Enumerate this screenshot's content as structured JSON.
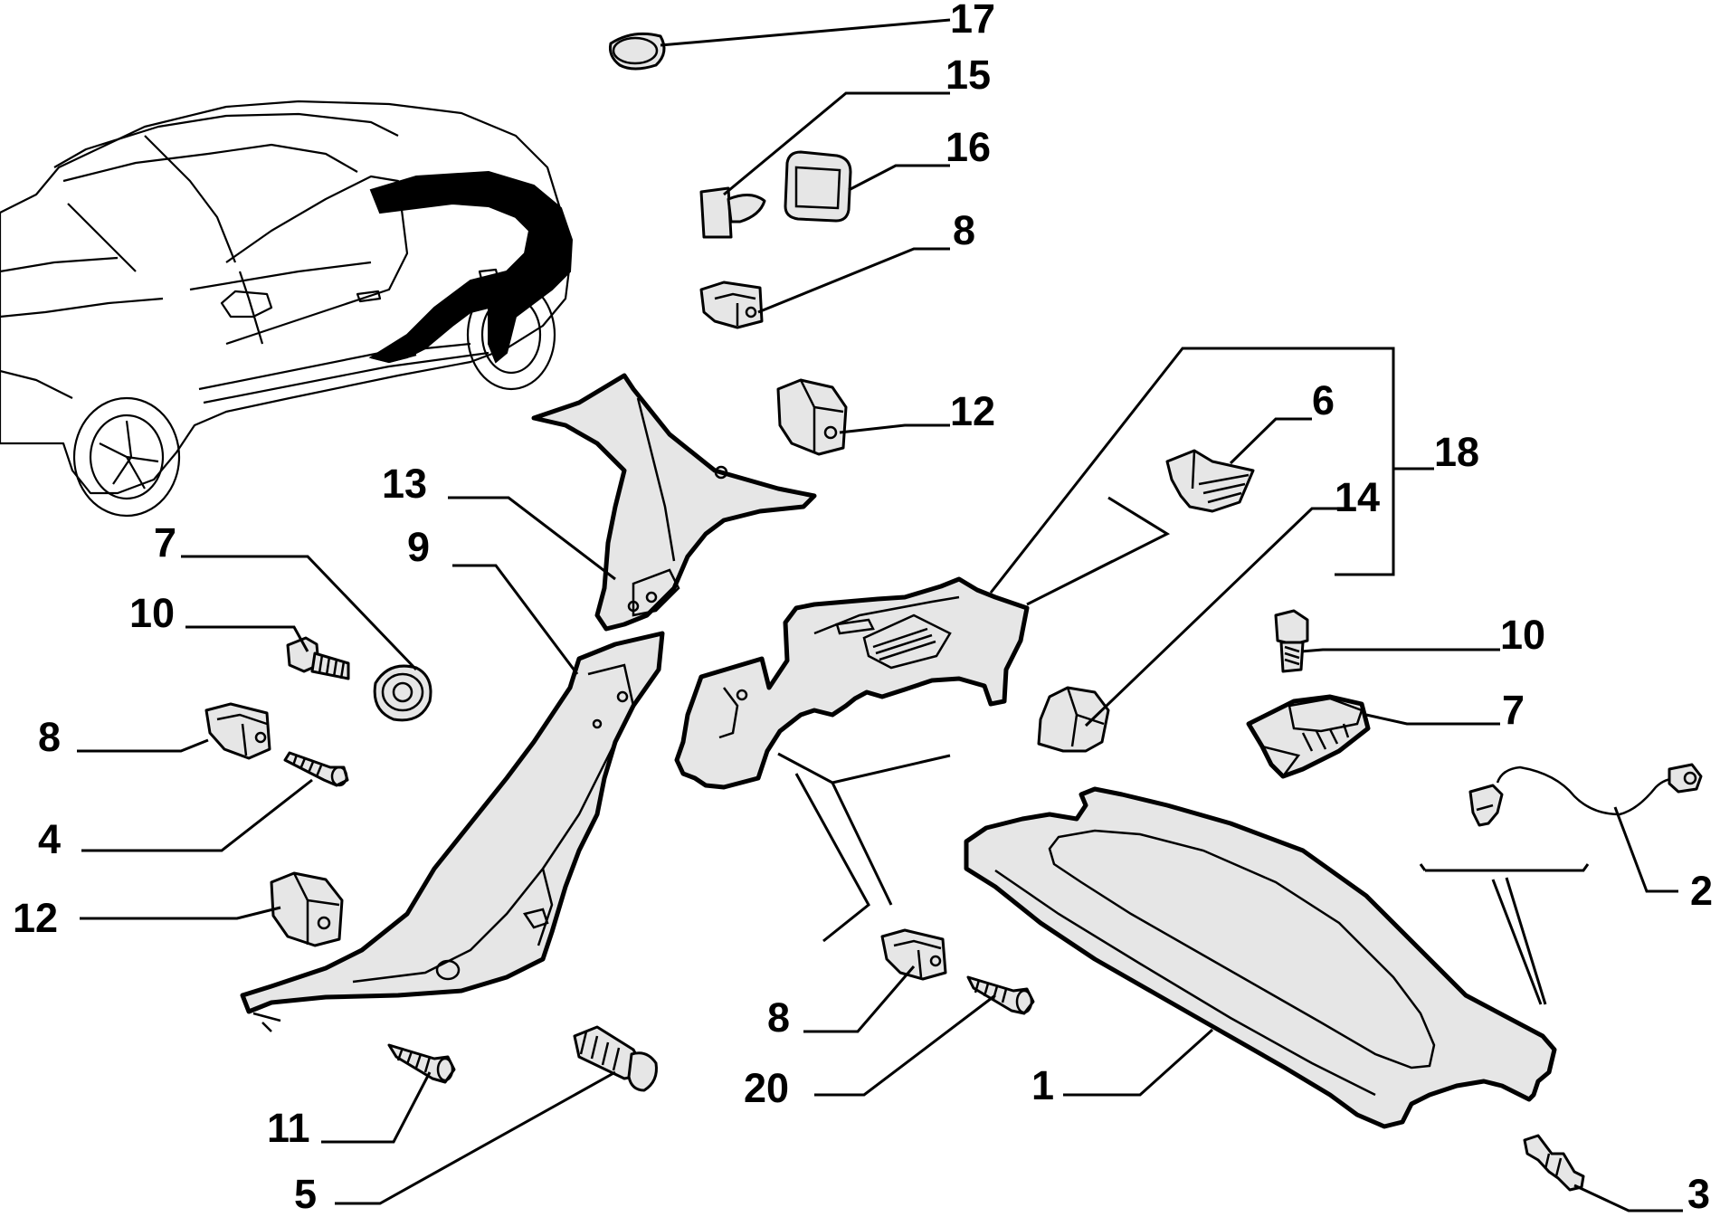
{
  "callouts": [
    {
      "id": "p17",
      "label": "17"
    },
    {
      "id": "p15",
      "label": "15"
    },
    {
      "id": "p16",
      "label": "16"
    },
    {
      "id": "p8a",
      "label": "8"
    },
    {
      "id": "p12a",
      "label": "12"
    },
    {
      "id": "p6",
      "label": "6"
    },
    {
      "id": "p18",
      "label": "18"
    },
    {
      "id": "p13",
      "label": "13"
    },
    {
      "id": "p14",
      "label": "14"
    },
    {
      "id": "p7a",
      "label": "7"
    },
    {
      "id": "p9",
      "label": "9"
    },
    {
      "id": "p10a",
      "label": "10"
    },
    {
      "id": "p10b",
      "label": "10"
    },
    {
      "id": "p7b",
      "label": "7"
    },
    {
      "id": "p8b",
      "label": "8"
    },
    {
      "id": "p4",
      "label": "4"
    },
    {
      "id": "p2",
      "label": "2"
    },
    {
      "id": "p12b",
      "label": "12"
    },
    {
      "id": "p8c",
      "label": "8"
    },
    {
      "id": "p1",
      "label": "1"
    },
    {
      "id": "p20",
      "label": "20"
    },
    {
      "id": "p11",
      "label": "11"
    },
    {
      "id": "p5",
      "label": "5"
    },
    {
      "id": "p3",
      "label": "3"
    }
  ]
}
